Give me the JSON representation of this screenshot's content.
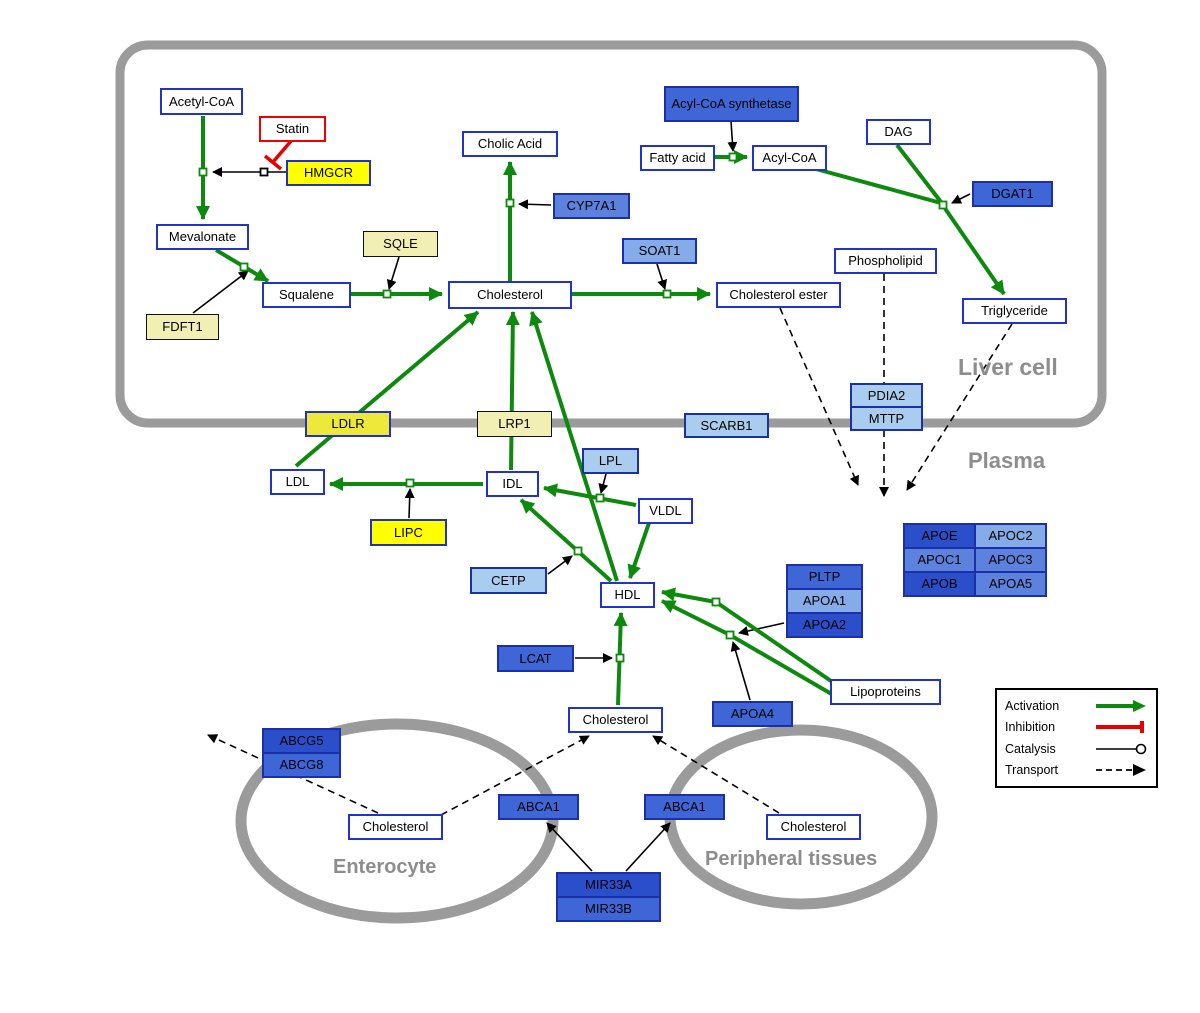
{
  "compartments": {
    "liver": "Liver cell",
    "plasma": "Plasma",
    "enterocyte": "Enterocyte",
    "peripheral": "Peripheral tissues"
  },
  "nodes": {
    "acetyl_coa": "Acetyl-CoA",
    "statin": "Statin",
    "hmgcr": "HMGCR",
    "mevalonate": "Mevalonate",
    "sqle": "SQLE",
    "fdft1": "FDFT1",
    "squalene": "Squalene",
    "cholic_acid": "Cholic Acid",
    "cyp7a1": "CYP7A1",
    "cholesterol_liver": "Cholesterol",
    "soat1": "SOAT1",
    "cholesterol_ester": "Cholesterol ester",
    "acyl_coa_synthetase": "Acyl-CoA synthetase",
    "fatty_acid": "Fatty acid",
    "acyl_coa": "Acyl-CoA",
    "dag": "DAG",
    "dgat1": "DGAT1",
    "phospholipid": "Phospholipid",
    "triglyceride": "Triglyceride",
    "pdia2": "PDIA2",
    "mttp": "MTTP",
    "ldlr": "LDLR",
    "lrp1": "LRP1",
    "scarb1": "SCARB1",
    "ldl": "LDL",
    "idl": "IDL",
    "lpl": "LPL",
    "vldl": "VLDL",
    "lipc": "LIPC",
    "cetp": "CETP",
    "hdl": "HDL",
    "pltp": "PLTP",
    "apoa1": "APOA1",
    "apoa2": "APOA2",
    "apoe": "APOE",
    "apoc2": "APOC2",
    "apoc1": "APOC1",
    "apoc3": "APOC3",
    "apob": "APOB",
    "apoa5": "APOA5",
    "lcat": "LCAT",
    "apoa4": "APOA4",
    "lipoproteins": "Lipoproteins",
    "cholesterol_plasma": "Cholesterol",
    "abcg5": "ABCG5",
    "abcg8": "ABCG8",
    "cholesterol_enterocyte": "Cholesterol",
    "abca1_left": "ABCA1",
    "abca1_right": "ABCA1",
    "cholesterol_peripheral": "Cholesterol",
    "mir33a": "MIR33A",
    "mir33b": "MIR33B"
  },
  "legend": {
    "activation": "Activation",
    "inhibition": "Inhibition",
    "catalysis": "Catalysis",
    "transport": "Transport"
  },
  "colors": {
    "activation_green": "#0d8a0d",
    "inhibition_red": "#e80000",
    "gene_yellow": "#ffff00",
    "enzyme_pale_yellow": "#f2efb4",
    "blue_dark": "#2b4fcb",
    "blue_medium": "#3f66d6",
    "blue_light": "#a9cdee",
    "metabolite_border": "#2233cc",
    "compartment_gray": "#9b9b9b"
  }
}
